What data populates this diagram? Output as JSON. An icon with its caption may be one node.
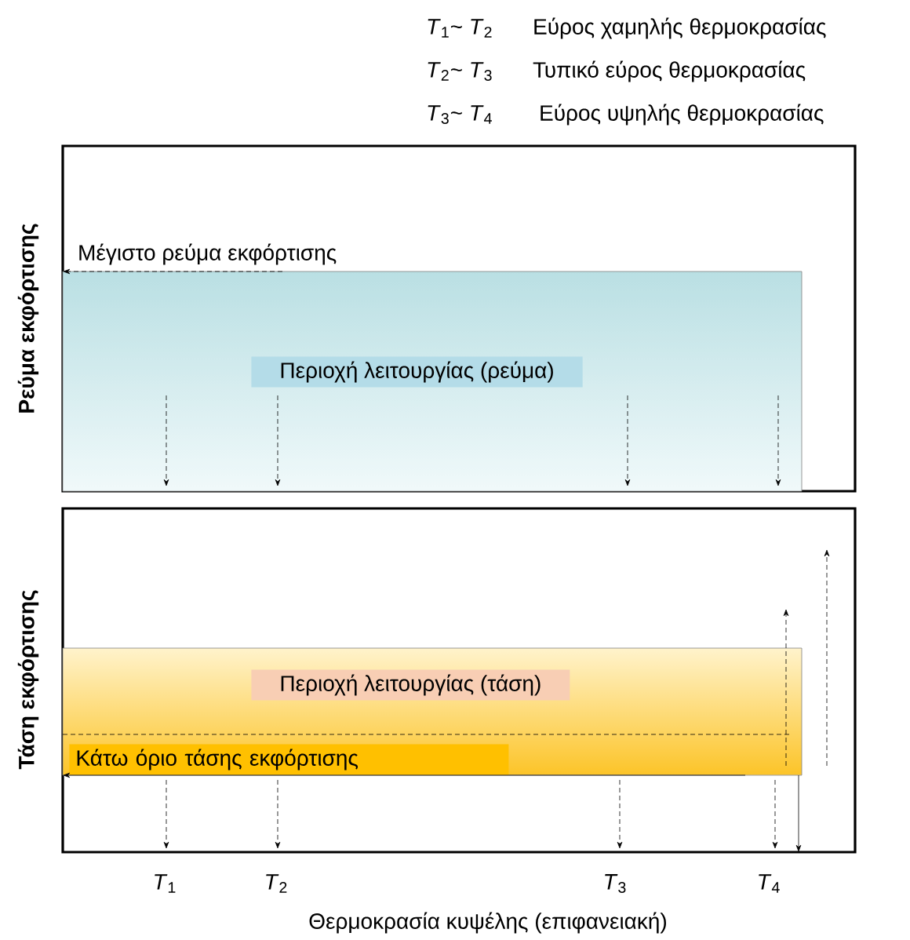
{
  "diagram": {
    "nodes": [
      {
        "text": [
          "Περιοχή λειτουργίας (ρεύμα)"
        ],
        "beside": [
          "Μέγιστο ρεύμα εκφόρτισης"
        ]
      },
      {
        "text": [
          "Περιοχή λειτουργίας (τάση)",
          "Κάτω όριο τάσης εκφόρτισης"
        ]
      }
    ],
    "labels": [
      "*T*$_{1}$~ *T*$_{2}$",
      "Εύρος χαμηλής θερμοκρασίας",
      "*T*$_{2}$~ *T*$_{3}$",
      "Τυπικό εύρος θερμοκρασίας",
      "*T*$_{3}$~ *T*$_{4}$",
      "Εύρος υψηλής θερμοκρασίας",
      "Ρεύμα εκφόρτισης",
      "Τάση εκφόρτισης",
      "*T*$_{1}$",
      "*T*$_{2}$",
      "*T*$_{3}$",
      "*T*$_{4}$",
      "Θερμοκρασία κυψέλης (επιφανειακή)"
    ]
  }
}
